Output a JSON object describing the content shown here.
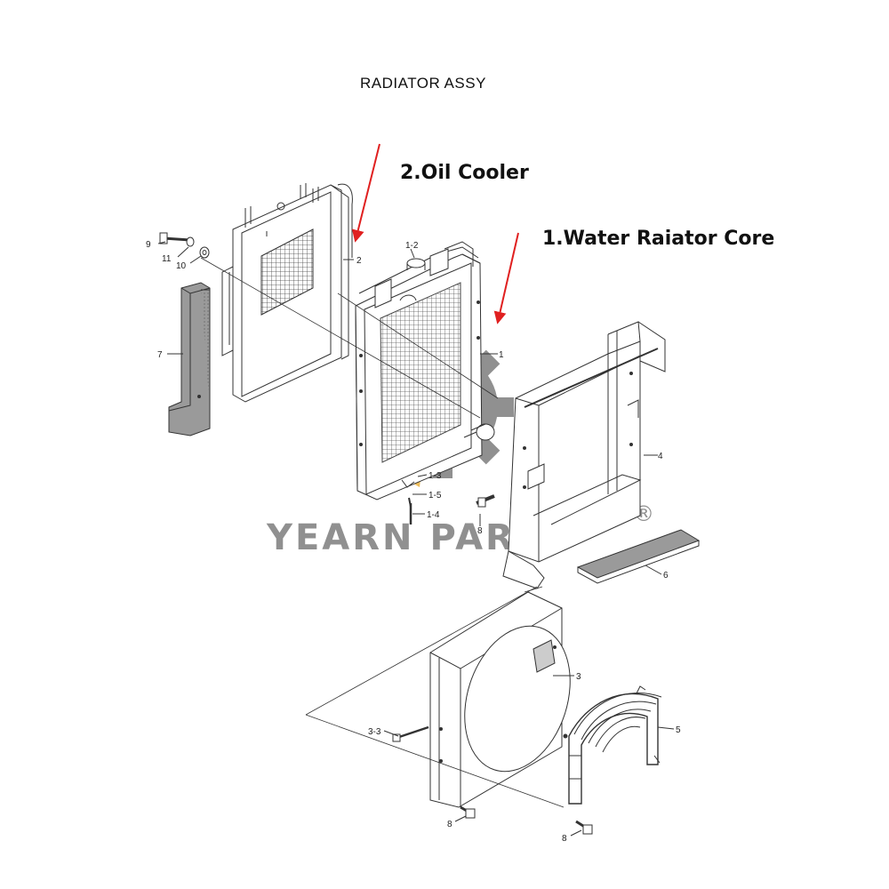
{
  "diagram": {
    "title": "RADIATOR ASSY",
    "callouts": {
      "oil_cooler": "2.Oil Cooler",
      "water_core": "1.Water Raiator Core"
    },
    "watermark": "YEARN PARTS",
    "registered_mark": "®",
    "part_labels": {
      "p9": "9",
      "p11": "11",
      "p10": "10",
      "p2": "2",
      "p7": "7",
      "p1_2": "1-2",
      "p1": "1",
      "p1_3": "1-3",
      "p1_5": "1-5",
      "p1_4": "1-4",
      "p8a": "8",
      "p4": "4",
      "p6": "6",
      "p3": "3",
      "p3_3": "3-3",
      "p5": "5",
      "p8b": "8",
      "p8c": "8"
    },
    "colors": {
      "line": "#333333",
      "arrow": "#e02020",
      "watermark_gray": "#7d7d7d",
      "watermark_yellow": "#f3c33a",
      "block_fill": "#9a9a9a"
    }
  }
}
